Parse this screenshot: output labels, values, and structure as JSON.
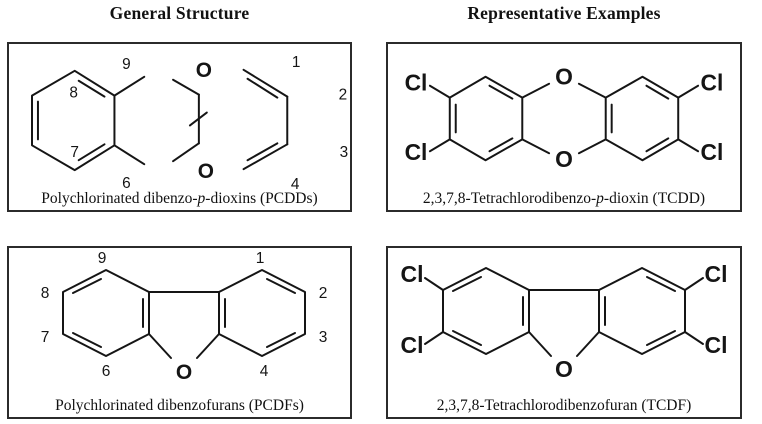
{
  "figure": {
    "column_headers": {
      "left": "General Structure",
      "right": "Representative Examples"
    },
    "colors": {
      "line": "#151515",
      "border": "#2b2b2b",
      "background": "#ffffff",
      "text": "#111111"
    },
    "panels": {
      "pcdd": {
        "caption": {
          "pre": "Polychlorinated dibenzo-",
          "italic": "p",
          "post": "-dioxins (PCDDs)"
        },
        "position_labels": {
          "p9": "9",
          "p8": "8",
          "p7": "7",
          "p6": "6",
          "p1": "1",
          "p2": "2",
          "p3": "3",
          "p4": "4"
        },
        "atoms": {
          "o_top": "O",
          "o_bottom": "O"
        }
      },
      "tcdd": {
        "caption": {
          "pre": "2,3,7,8-Tetrachlorodibenzo-",
          "italic": "p",
          "post": "-dioxin (TCDD)"
        },
        "atoms": {
          "o_top": "O",
          "o_bottom": "O"
        },
        "substituents": {
          "cl_top_left": "Cl",
          "cl_bottom_left": "Cl",
          "cl_top_right": "Cl",
          "cl_bottom_right": "Cl"
        }
      },
      "pcdf": {
        "caption": {
          "pre": "Polychlorinated dibenzofurans (PCDFs)",
          "italic": "",
          "post": ""
        },
        "position_labels": {
          "p9": "9",
          "p8": "8",
          "p7": "7",
          "p6": "6",
          "p1": "1",
          "p2": "2",
          "p3": "3",
          "p4": "4"
        },
        "atoms": {
          "o": "O"
        }
      },
      "tcdf": {
        "caption": {
          "pre": "2,3,7,8-Tetrachlorodibenzofuran (TCDF)",
          "italic": "",
          "post": ""
        },
        "atoms": {
          "o": "O"
        },
        "substituents": {
          "cl_top_left": "Cl",
          "cl_bottom_left": "Cl",
          "cl_top_right": "Cl",
          "cl_bottom_right": "Cl"
        }
      }
    }
  }
}
